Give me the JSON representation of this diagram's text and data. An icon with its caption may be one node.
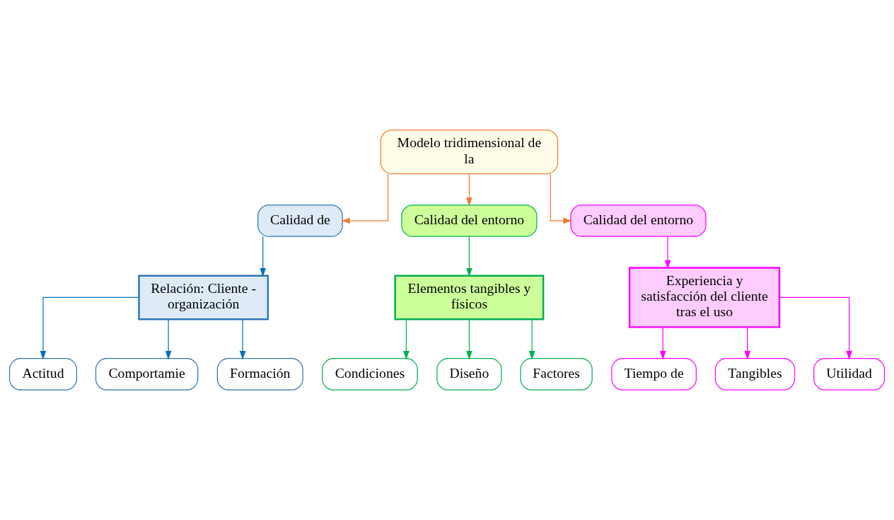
{
  "diagram": {
    "nodes": [
      {
        "text": [
          "Modelo tridimensional de la"
        ]
      },
      {
        "text": [
          "Calidad de"
        ]
      },
      {
        "text": [
          "Calidad del entorno"
        ]
      },
      {
        "text": [
          "Calidad del entorno"
        ]
      },
      {
        "text": [
          "Relación: Cliente - organización"
        ]
      },
      {
        "text": [
          "Elementos tangibles y físicos"
        ]
      },
      {
        "text": [
          "Experiencia y satisfacción del cliente tras el uso"
        ]
      },
      {
        "text": [
          "Actitud"
        ]
      },
      {
        "text": [
          "Comportamie"
        ]
      },
      {
        "text": [
          "Formación"
        ]
      },
      {
        "text": [
          "Condiciones"
        ]
      },
      {
        "text": [
          "Diseño"
        ]
      },
      {
        "text": [
          "Factores"
        ]
      },
      {
        "text": [
          "Tiempo de"
        ]
      },
      {
        "text": [
          "Tangibles"
        ]
      },
      {
        "text": [
          "Utilidad"
        ]
      }
    ],
    "edges": [
      {
        "from": 0,
        "to": 1,
        "arrow": "to",
        "color": "#ed7d31"
      },
      {
        "from": 0,
        "to": 2,
        "arrow": "to",
        "color": "#ed7d31"
      },
      {
        "from": 0,
        "to": 3,
        "arrow": "to",
        "color": "#ed7d31"
      },
      {
        "from": 1,
        "to": 4,
        "arrow": "to",
        "color": "#0070c0"
      },
      {
        "from": 2,
        "to": 5,
        "arrow": "to",
        "color": "#00b050"
      },
      {
        "from": 3,
        "to": 6,
        "arrow": "to",
        "color": "#ff00ff"
      },
      {
        "from": 4,
        "to": 7,
        "arrow": "to",
        "color": "#0070c0"
      },
      {
        "from": 4,
        "to": 8,
        "arrow": "to",
        "color": "#0070c0"
      },
      {
        "from": 4,
        "to": 9,
        "arrow": "to",
        "color": "#0070c0"
      },
      {
        "from": 5,
        "to": 10,
        "arrow": "to",
        "color": "#00b050"
      },
      {
        "from": 5,
        "to": 11,
        "arrow": "to",
        "color": "#00b050"
      },
      {
        "from": 5,
        "to": 12,
        "arrow": "to",
        "color": "#00b050"
      },
      {
        "from": 6,
        "to": 13,
        "arrow": "to",
        "color": "#ff00ff"
      },
      {
        "from": 6,
        "to": 14,
        "arrow": "to",
        "color": "#ff00ff"
      },
      {
        "from": 6,
        "to": 15,
        "arrow": "to",
        "color": "#ff00ff"
      }
    ]
  }
}
